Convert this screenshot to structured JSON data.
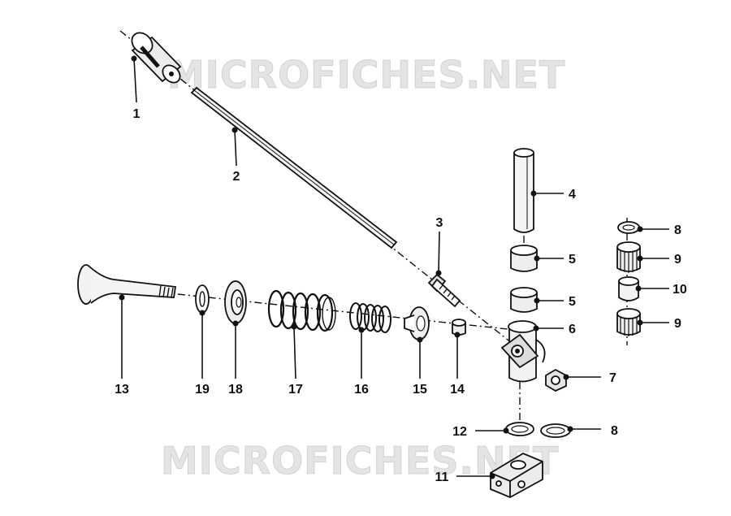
{
  "watermark": "MICROFICHES.NET",
  "callouts": [
    "1",
    "2",
    "3",
    "4",
    "5",
    "5",
    "6",
    "7",
    "8",
    "9",
    "10",
    "9",
    "12",
    "8",
    "11",
    "13",
    "19",
    "18",
    "17",
    "16",
    "15",
    "14"
  ],
  "icons": [
    "spring-icon",
    "valve-icon",
    "rocker-arm-icon",
    "pushrod-icon",
    "bolt-icon",
    "nut-icon",
    "bushing-icon",
    "washer-icon"
  ]
}
